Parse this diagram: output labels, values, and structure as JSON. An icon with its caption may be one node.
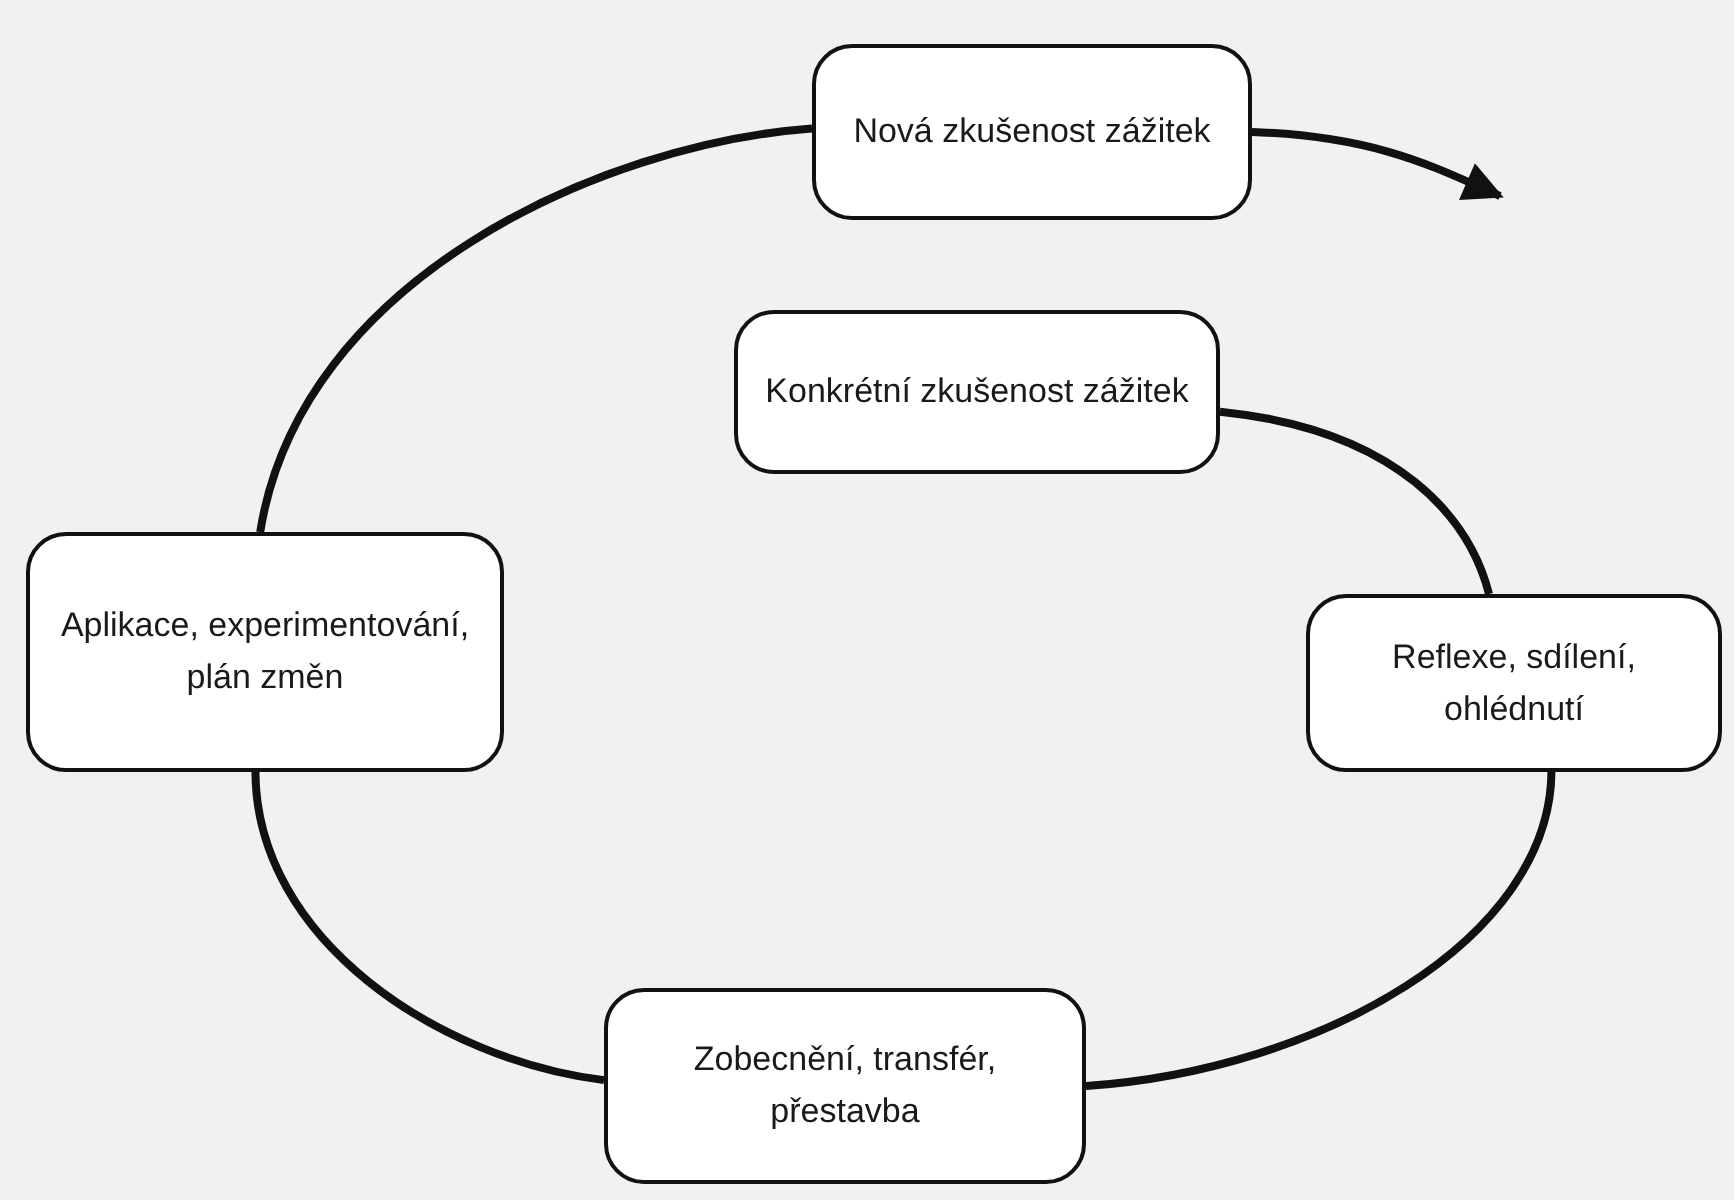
{
  "diagram": {
    "nodes": [
      {
        "text": [
          "Nová zkušenost zážitek"
        ]
      },
      {
        "text": [
          "Konkrétní zkušenost zážitek"
        ]
      },
      {
        "text": [
          "Aplikace, experimentování, plán změn"
        ]
      },
      {
        "text": [
          "Reflexe, sdílení, ohlédnutí"
        ]
      },
      {
        "text": [
          "Zobecnění, transfér, přestavba"
        ]
      }
    ],
    "edges": [
      {
        "from": 1,
        "to": 3,
        "arrow": "none"
      },
      {
        "from": 3,
        "to": 4,
        "arrow": "none"
      },
      {
        "from": 4,
        "to": 2,
        "arrow": "none"
      },
      {
        "from": 2,
        "to": 0,
        "arrow": "none"
      },
      {
        "from": 0,
        "to": null,
        "arrow": "to"
      }
    ]
  }
}
